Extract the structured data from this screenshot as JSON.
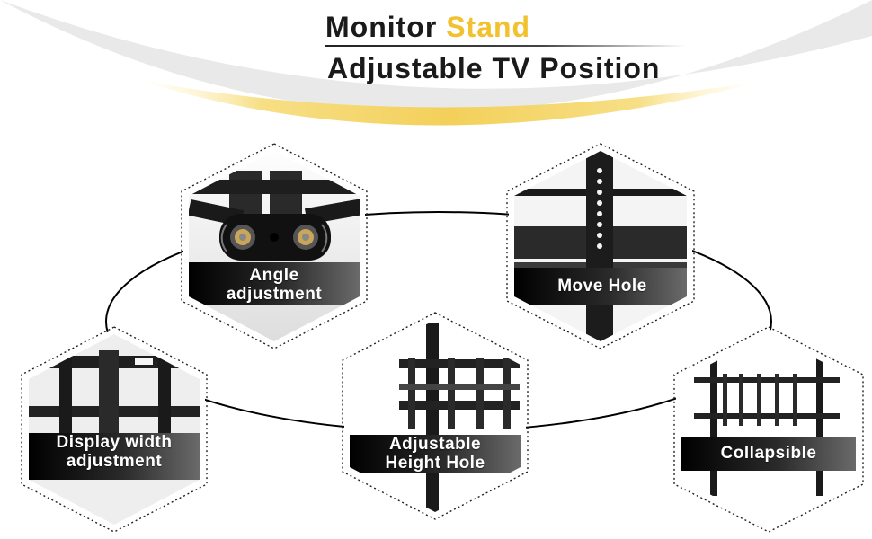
{
  "header": {
    "title_main": "Monitor",
    "title_accent": "Stand",
    "subtitle": "Adjustable TV Position"
  },
  "colors": {
    "accent": "#f2c12e",
    "text": "#1a1a1a",
    "label_text": "#ffffff"
  },
  "features": [
    {
      "id": "angle",
      "lines": [
        "Angle",
        "adjustment"
      ]
    },
    {
      "id": "move",
      "lines": [
        "Move Hole"
      ]
    },
    {
      "id": "width",
      "lines": [
        "Display width",
        "adjustment"
      ]
    },
    {
      "id": "height",
      "lines": [
        "Adjustable",
        "Height Hole"
      ]
    },
    {
      "id": "collapse",
      "lines": [
        "Collapsible"
      ]
    }
  ]
}
